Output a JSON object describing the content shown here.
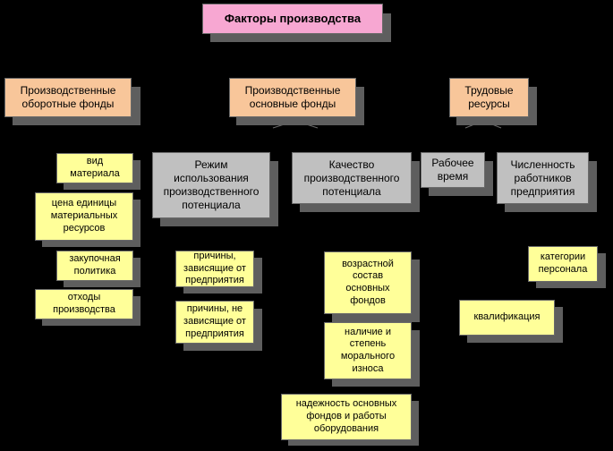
{
  "title": "Факторы производства",
  "level1": {
    "working": "Производственные\nоборотные фонды",
    "fixed": "Производственные\nосновные фонды",
    "labor": "Трудовые\nресурсы"
  },
  "level2": {
    "mode": "Режим\nиспользования\nпроизводственного\nпотенциала",
    "quality": "Качество\nпроизводственного\nпотенциала",
    "worktime": "Рабочее\nвремя",
    "headcount": "Численность\nработников\nпредприятия"
  },
  "working_items": [
    "вид\nматериала",
    "цена единицы\nматериальных\nресурсов",
    "закупочная\nполитика",
    "отходы\nпроизводства"
  ],
  "mode_items": [
    "причины,\nзависящие от\nпредприятия",
    "причины, не\nзависящие от\nпредприятия"
  ],
  "quality_items": [
    "возрастной\nсостав\nосновных\nфондов",
    "наличие и\nстепень\nморального\nизноса",
    "надежность основных\nфондов и работы\nоборудования"
  ],
  "labor_items": [
    "категории\nперсонала",
    "квалификация"
  ]
}
